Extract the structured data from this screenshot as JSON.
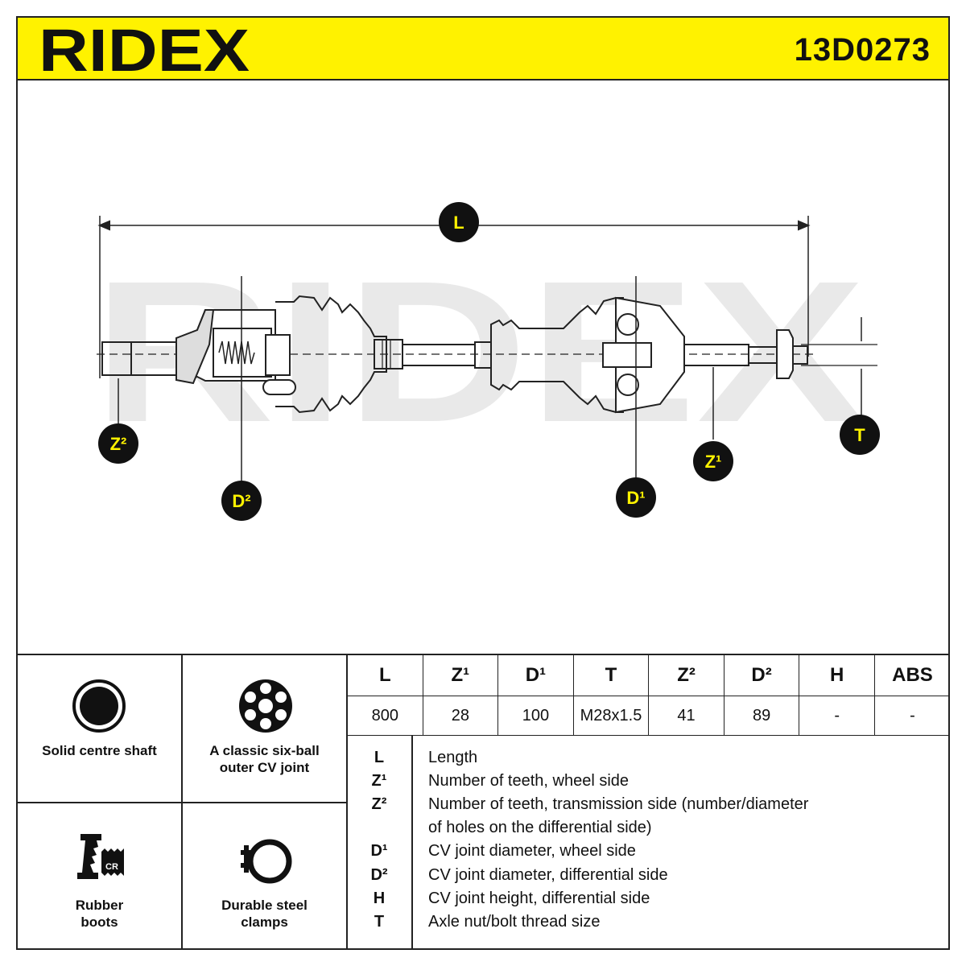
{
  "header": {
    "brand": "RIDEX",
    "part_number": "13D0273",
    "colors": {
      "header_bg": "#fff200",
      "badge": "#111111",
      "badge_text": "#fff200"
    }
  },
  "diagram": {
    "watermark": "RIDEX",
    "badges": {
      "L": "L",
      "Z1": "Z¹",
      "Z2": "Z²",
      "D1": "D¹",
      "D2": "D²",
      "T": "T"
    }
  },
  "features": [
    {
      "icon": "solid-shaft-icon",
      "label": "Solid centre shaft"
    },
    {
      "icon": "six-ball-joint-icon",
      "label": "A classic six-ball outer CV joint"
    },
    {
      "icon": "rubber-boot-cr-icon",
      "label": "Rubber boots"
    },
    {
      "icon": "steel-clamp-icon",
      "label": "Durable steel clamps"
    }
  ],
  "specs": {
    "headers": [
      "L",
      "Z¹",
      "D¹",
      "T",
      "Z²",
      "D²",
      "H",
      "ABS"
    ],
    "values": [
      "800",
      "28",
      "100",
      "M28x1.5",
      "41",
      "89",
      "-",
      "-"
    ]
  },
  "legend": [
    {
      "symbol": "L",
      "desc": "Length"
    },
    {
      "symbol": "Z¹",
      "desc": "Number of teeth, wheel side"
    },
    {
      "symbol": "Z²",
      "desc": "Number of teeth, transmission side (number/diameter"
    },
    {
      "symbol": "",
      "desc": "of holes on the differential side)"
    },
    {
      "symbol": "D¹",
      "desc": "CV joint diameter, wheel side"
    },
    {
      "symbol": "D²",
      "desc": "CV joint diameter, differential side"
    },
    {
      "symbol": "H",
      "desc": "CV joint height, differential side"
    },
    {
      "symbol": "T",
      "desc": "Axle nut/bolt thread size"
    }
  ]
}
